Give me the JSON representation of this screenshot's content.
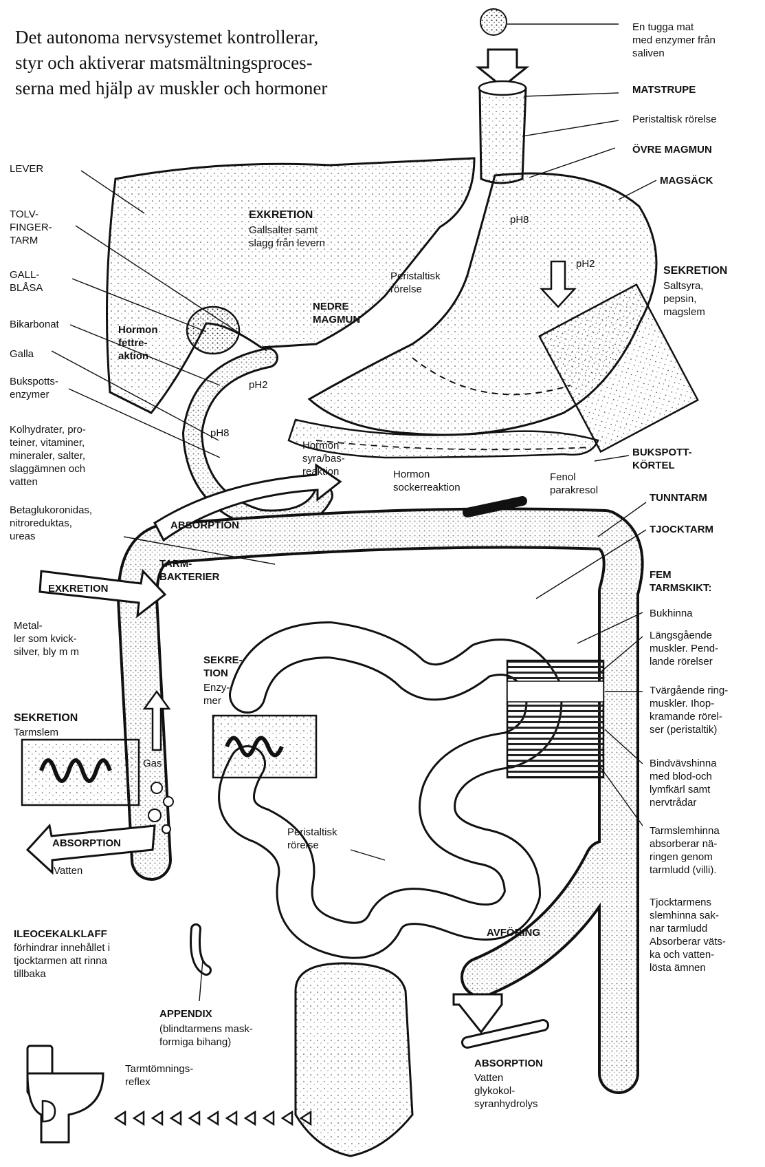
{
  "intro": {
    "line1": "Det autonoma nervsystemet kontrollerar,",
    "line2": "styr och aktiverar matsmältningsproces-",
    "line3": "serna med hjälp av muskler och hormoner"
  },
  "labels": {
    "bite": "En tugga mat\nmed enzymer från\nsaliven",
    "esophagus": "MATSTRUPE",
    "peristalsis_top": "Peristaltisk rörelse",
    "upper_sphincter": "ÖVRE MAGMUN",
    "stomach": "MAGSÄCK",
    "stomach_secretion_title": "SEKRETION",
    "stomach_secretion_body": "Saltsyra,\npepsin,\nmagslem",
    "pancreas": "BUKSPOTT-\nKÖRTEL",
    "small_intestine": "TUNNTARM",
    "large_intestine": "TJOCKTARM",
    "five_layers": "FEM\nTARMSKIKT:",
    "layer1": "Bukhinna",
    "layer2": "Längsgående\nmuskler. Pend-\nlande rörelser",
    "layer3": "Tvärgående ring-\nmuskler. Ihop-\nkramande rörel-\nser (peristaltik)",
    "layer4": "Bindvävshinna\nmed blod-och\nlymfkärl samt\nnervtrådar",
    "layer5": "Tarmslemhinna\nabsorberar nä-\nringen genom\ntarmludd (villi).",
    "colon_mucosa": "Tjocktarmens\nslemhinna sak-\nnar tarmludd\nAbsorberar väts-\nka och vatten-\nlösta ämnen",
    "liver": "LEVER",
    "duodenum": "TOLV-\nFINGER-\nTARM",
    "gallbladder": "GALL-\nBLÅSA",
    "bicarbonate": "Bikarbonat",
    "bile": "Galla",
    "pancreatic_enzymes": "Bukspotts-\nenzymer",
    "nutrients": "Kolhydrater, pro-\nteiner, vitaminer,\nmineraler, salter,\nslaggämnen och\nvatten",
    "enzymes_list": "Betaglukoronidas,\nnitroreduktas,\nureas",
    "excretion_liver_title": "EXKRETION",
    "excretion_liver_body": "Gallsalter samt\nslagg från levern",
    "peristalsis_mid": "Peristaltisk\nrörelse",
    "lower_sphincter": "NEDRE\nMAGMUN",
    "ph8_stomach": "pH8",
    "ph2_stomach": "pH2",
    "ph2_duodenum": "pH2",
    "ph8_duodenum": "pH8",
    "hormone_fat": "Hormon\nfettre-\naktion",
    "hormone_acid": "Hormon\nsyra/bas-\nreaktion",
    "hormone_sugar": "Hormon\nsockerreaktion",
    "phenol": "Fenol\nparakresol",
    "absorption_arc": "ABSORPTION",
    "gut_bacteria": "TARM-\nBAKTERIER",
    "excretion_arrow": "EXKRETION",
    "metals": "Metal-\nler som kvick-\nsilver, bly m m",
    "secretion_enzymes_title": "SEKRE-\nTION",
    "secretion_enzymes_body": "Enzy-\nmer",
    "secretion_mucus_title": "SEKRETION",
    "secretion_mucus_body": "Tarmslem",
    "gas": "Gas",
    "absorption_water_arrow": "ABSORPTION",
    "water": "Vatten",
    "peristalsis_low": "Peristaltisk\nrörelse",
    "ileocecal_title": "ILEOCEKALKLAFF",
    "ileocecal_body": "förhindrar innehållet i\ntjocktarmen att rinna\ntillbaka",
    "appendix_title": "APPENDIX",
    "appendix_body": "(blindtarmens mask-\nformiga bihang)",
    "defecation_reflex": "Tarmtömnings-\nreflex",
    "stool": "AVFÖRING",
    "absorption_bottom_title": "ABSORPTION",
    "absorption_bottom_body": "Vatten\nglykokol-\nsyranhydrolys"
  }
}
